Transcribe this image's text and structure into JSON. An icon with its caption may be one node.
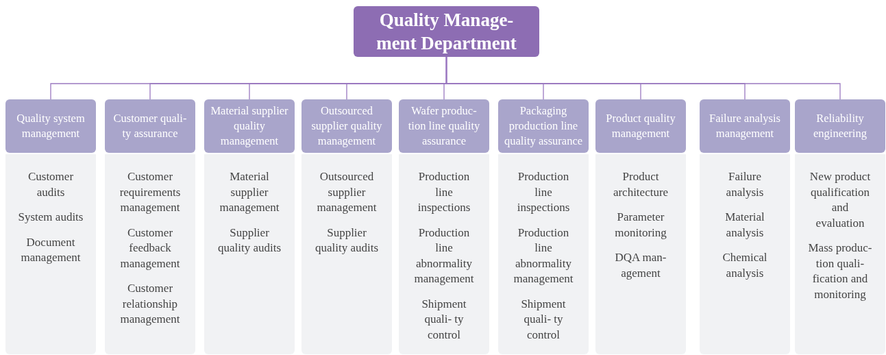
{
  "diagram": {
    "nodes": [
      {
        "text": [
          "Quality Manage- ment Department"
        ]
      },
      {
        "text": [
          "Quality system management"
        ]
      },
      {
        "text": [
          "Customer audits",
          "System audits",
          "Document management"
        ]
      },
      {
        "text": [
          "Customer quali- ty assurance"
        ]
      },
      {
        "text": [
          "Customer requirements management",
          "Customer feedback management",
          "Customer relationship management"
        ]
      },
      {
        "text": [
          "Material supplier quality management"
        ]
      },
      {
        "text": [
          "Material supplier management",
          "Supplier quality audits"
        ]
      },
      {
        "text": [
          "Outsourced supplier quality management"
        ]
      },
      {
        "text": [
          "Outsourced supplier management",
          "Supplier quality audits"
        ]
      },
      {
        "text": [
          "Wafer produc- tion line quality assurance"
        ]
      },
      {
        "text": [
          "Production line inspections",
          "Production line abnormality management",
          "Shipment quali- ty control"
        ]
      },
      {
        "text": [
          "Packaging production line quality assurance"
        ]
      },
      {
        "text": [
          "Production line inspections",
          "Production line abnormality management",
          "Shipment quali- ty control"
        ]
      },
      {
        "text": [
          "Product quality management"
        ]
      },
      {
        "text": [
          "Product architecture",
          "Parameter monitoring",
          "DQA man- agement"
        ]
      },
      {
        "text": [
          "Failure analysis management"
        ]
      },
      {
        "text": [
          "Failure analysis",
          "Material analysis",
          "Chemical analysis"
        ]
      },
      {
        "text": [
          "Reliability engineering"
        ]
      },
      {
        "text": [
          "New product qualification and evaluation",
          "Mass produc- tion quali- fication and monitoring"
        ]
      }
    ],
    "edges": [
      {
        "from": 0,
        "to": 1,
        "arrow": "none"
      },
      {
        "from": 0,
        "to": 3,
        "arrow": "none"
      },
      {
        "from": 0,
        "to": 5,
        "arrow": "none"
      },
      {
        "from": 0,
        "to": 7,
        "arrow": "none"
      },
      {
        "from": 0,
        "to": 9,
        "arrow": "none"
      },
      {
        "from": 0,
        "to": 11,
        "arrow": "none"
      },
      {
        "from": 0,
        "to": 13,
        "arrow": "none"
      },
      {
        "from": 0,
        "to": 15,
        "arrow": "none"
      },
      {
        "from": 0,
        "to": 17,
        "arrow": "none"
      }
    ]
  }
}
